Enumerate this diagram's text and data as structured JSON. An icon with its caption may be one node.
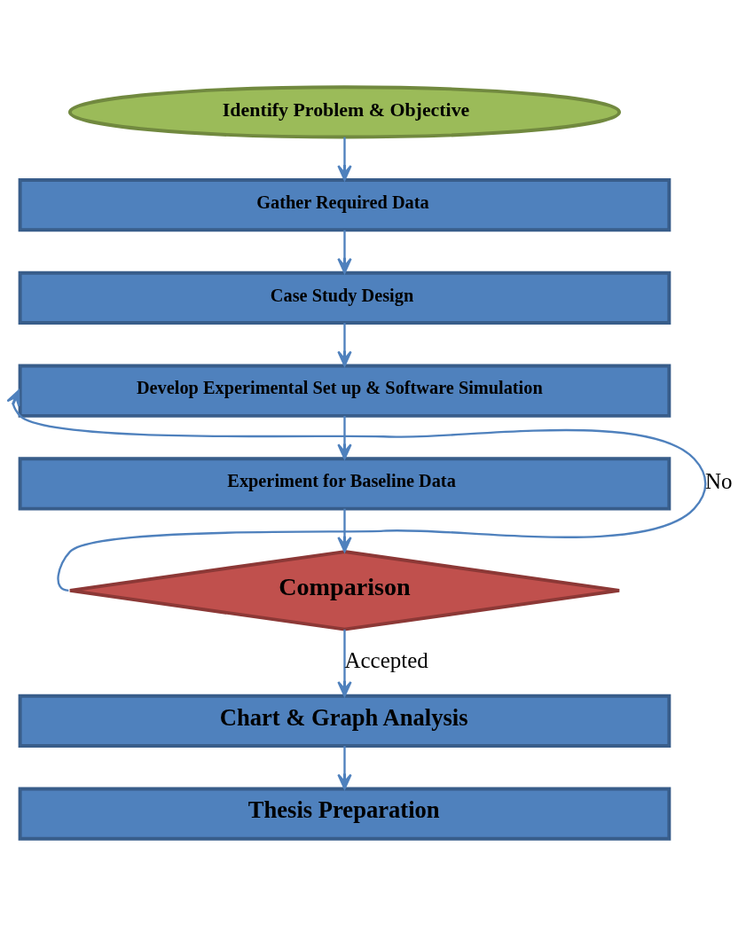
{
  "diagram": {
    "nodes": [
      {
        "text": [
          "Identify Problem & Objective"
        ]
      },
      {
        "text": [
          "Gather Required Data"
        ]
      },
      {
        "text": [
          "Case Study Design"
        ]
      },
      {
        "text": [
          "Develop Experimental Set up & Software Simulation"
        ]
      },
      {
        "text": [
          "Experiment for Baseline Data"
        ]
      },
      {
        "text": [
          "Comparison"
        ]
      },
      {
        "text": [
          "Chart & Graph Analysis"
        ]
      },
      {
        "text": [
          "Thesis Preparation"
        ]
      }
    ],
    "edges": [
      {
        "from": 0,
        "to": 1,
        "arrow": "to"
      },
      {
        "from": 1,
        "to": 2,
        "arrow": "to"
      },
      {
        "from": 2,
        "to": 3,
        "arrow": "to"
      },
      {
        "from": 3,
        "to": 4,
        "arrow": "to"
      },
      {
        "from": 4,
        "to": 5,
        "arrow": "to"
      },
      {
        "from": 5,
        "to": 3,
        "arrow": "to",
        "label": "No"
      },
      {
        "from": 5,
        "to": 6,
        "arrow": "to",
        "label": "Accepted"
      },
      {
        "from": 6,
        "to": 7,
        "arrow": "to"
      }
    ]
  }
}
